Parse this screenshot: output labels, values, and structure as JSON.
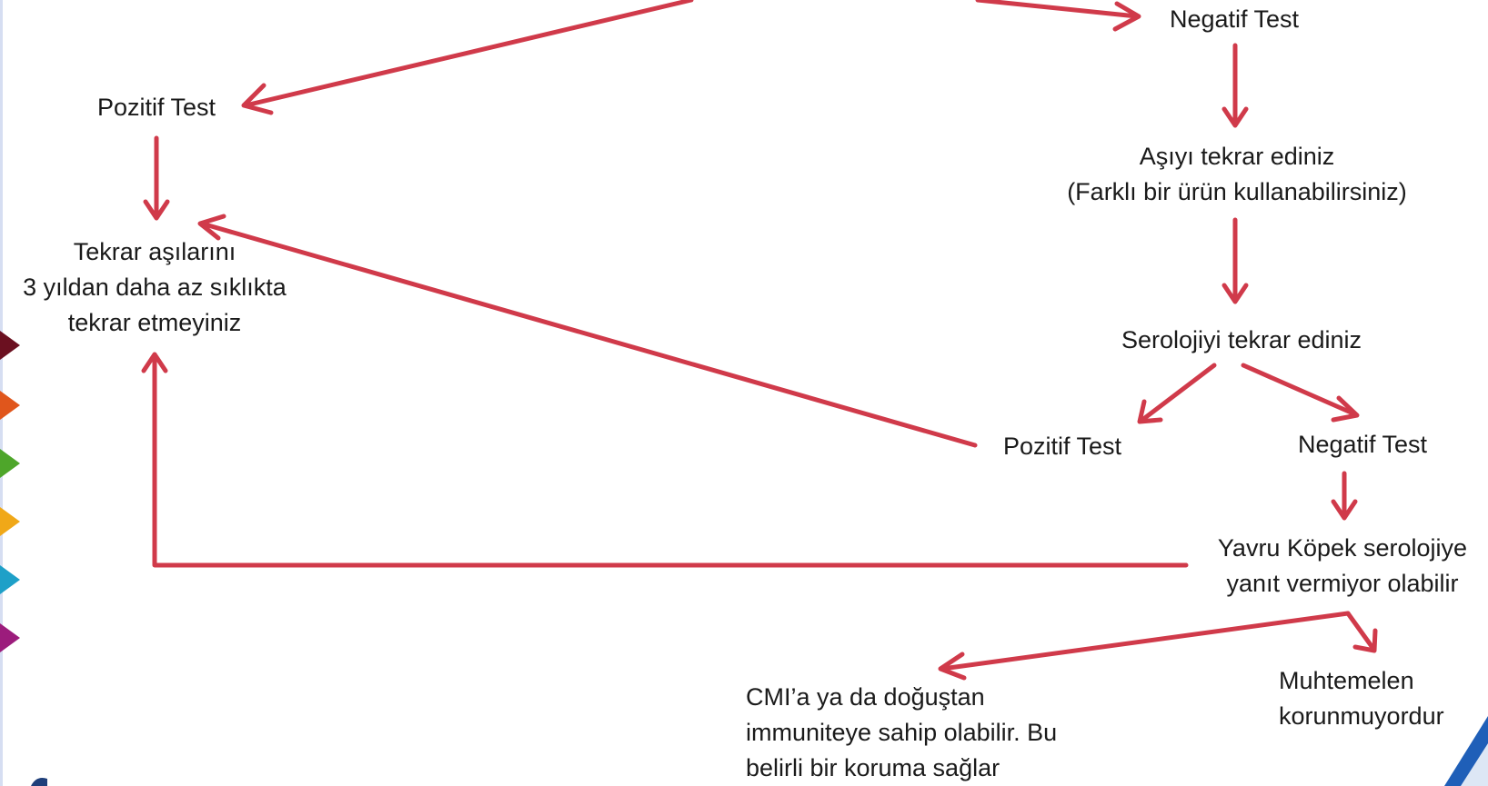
{
  "nodes": {
    "negatif_test_top": "Negatif Test",
    "pozitif_test_top": "Pozitif Test",
    "tekrar_asilari": [
      "Tekrar aşılarını",
      "3 yıldan daha az sıklıkta",
      "tekrar etmeyiniz"
    ],
    "asiyi_tekrar": [
      "Aşıyı tekrar ediniz",
      "(Farklı bir ürün kullanabilirsiniz)"
    ],
    "serolojiyi_tekrar": "Serolojiyi tekrar ediniz",
    "pozitif_test_bottom": "Pozitif Test",
    "negatif_test_bottom": "Negatif Test",
    "yavru_kopek": [
      "Yavru Köpek serolojiye",
      "yanıt vermiyor olabilir"
    ],
    "cmi": [
      "CMI’a ya da doğuştan",
      "immuniteye sahip olabilir.  Bu",
      "belirli bir koruma sağlar"
    ],
    "muhtemelen": [
      "Muhtemelen",
      "korunmuyordur"
    ]
  },
  "colors": {
    "arrow": "#d03a4a",
    "text": "#1a1a1a",
    "bullets": [
      "#6b1020",
      "#e0561c",
      "#4ea62a",
      "#f0a818",
      "#1ea0c8",
      "#9c1c7c"
    ],
    "logo": "#1f5fb8"
  }
}
